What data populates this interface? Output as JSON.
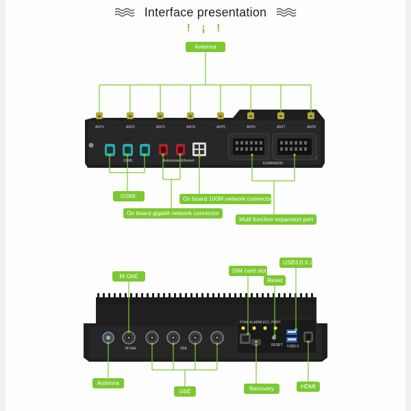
{
  "header": {
    "title": "Interface presentation",
    "exclaim": "! ¡ !"
  },
  "top_panel": {
    "antenna_ports": [
      "ANT1",
      "ANT2",
      "ANT3",
      "ANT4",
      "ANT5",
      "ANT6",
      "ANT7",
      "ANT8"
    ],
    "callouts": {
      "antenna": "Antenna",
      "gsml": "GSML",
      "onboard_100m": "On board 100M network connector",
      "onboard_gigabit": "On board gigabit network connector",
      "expansion": "Multi function expansion port"
    },
    "silk": {
      "gsml": "GSML",
      "gigabit": "Automotive Ethernet",
      "expansion": "EXPANSION"
    }
  },
  "bottom_panel": {
    "callouts": {
      "mgbe": "M-GbE",
      "sim": "SIM card slot",
      "usb": "USB3.0 X 2",
      "reset": "Reset",
      "antenna": "Antenna",
      "gbe": "GbE",
      "recovery": "Recovery",
      "hdmi": "HDMI"
    },
    "silk": {
      "mgbe": "M-GbE",
      "gbe": "GbE",
      "reset": "RESET",
      "usb": "USB3.0",
      "leds": [
        "POW",
        "ALARM",
        "LED1",
        "PORT"
      ]
    }
  },
  "colors": {
    "accent": "#7cc832",
    "device_body": "#1e1e1e",
    "port_teal": "#2fa6a6",
    "port_red": "#b0202a",
    "antenna_gold": "#b8a33a",
    "led_yellow": "#f2e04a"
  }
}
